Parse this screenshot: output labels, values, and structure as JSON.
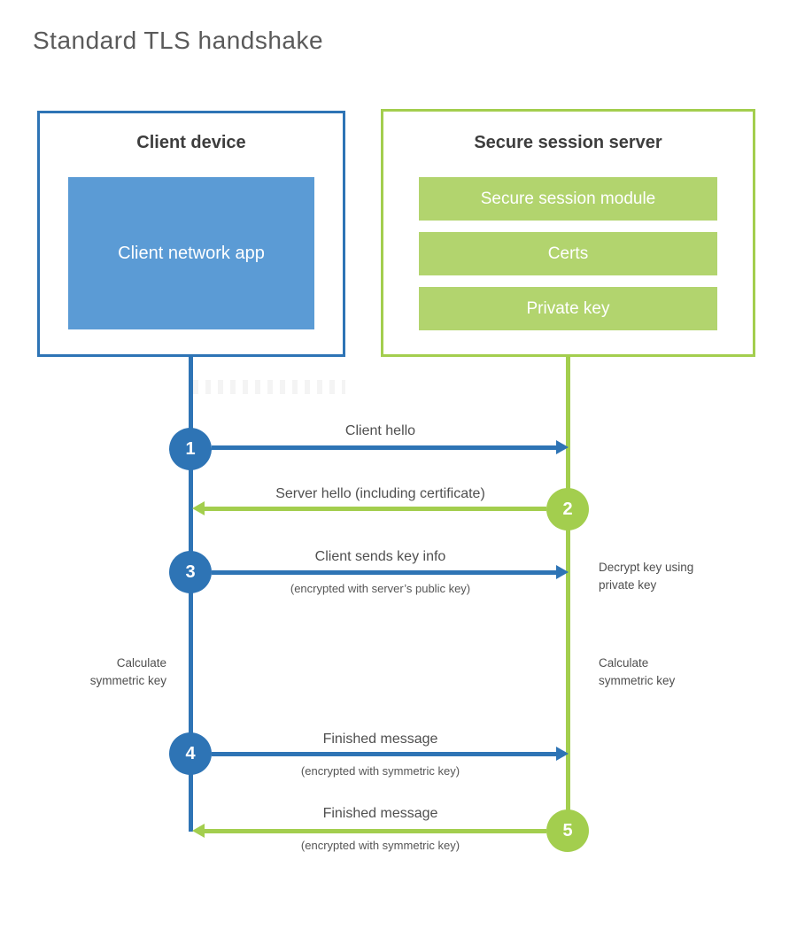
{
  "title": "Standard TLS handshake",
  "colors": {
    "blue": "#2e74b5",
    "blue-fill": "#5b9bd5",
    "green": "#a3ce4e",
    "green-fill": "#b2d46e",
    "text-dark": "#3d3d3d",
    "text-gray": "#4f4f4f",
    "title-gray": "#5a5a5a"
  },
  "client": {
    "title": "Client device",
    "app_label": "Client network app"
  },
  "server": {
    "title": "Secure session server",
    "modules": [
      "Secure session module",
      "Certs",
      "Private key"
    ]
  },
  "messages": [
    {
      "step": "1",
      "label": "Client hello",
      "direction": "client-to-server"
    },
    {
      "step": "2",
      "label": "Server hello (including certificate)",
      "direction": "server-to-client"
    },
    {
      "step": "3",
      "label": "Client sends key info",
      "sublabel": "(encrypted with server’s public key)",
      "direction": "client-to-server"
    },
    {
      "step": "4",
      "label": "Finished message",
      "sublabel": "(encrypted with symmetric key)",
      "direction": "client-to-server"
    },
    {
      "step": "5",
      "label": "Finished message",
      "sublabel": "(encrypted with symmetric key)",
      "direction": "server-to-client"
    }
  ],
  "notes": {
    "decrypt": "Decrypt key using\nprivate key",
    "calculate_left": "Calculate\nsymmetric key",
    "calculate_right": "Calculate\nsymmetric key"
  }
}
